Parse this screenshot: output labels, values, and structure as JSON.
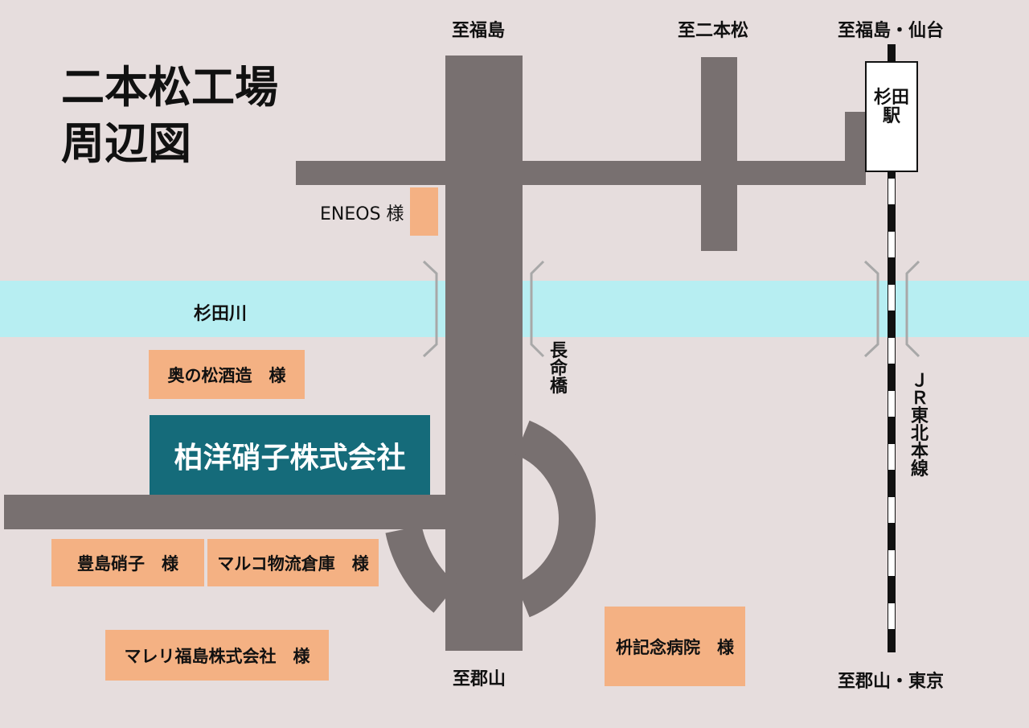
{
  "title": {
    "line1": "二本松工場",
    "line2": "周辺図"
  },
  "directions": {
    "top_main": "至福島",
    "top_mid": "至二本松",
    "top_rail": "至福島・仙台",
    "bottom_main": "至郡山",
    "bottom_rail": "至郡山・東京"
  },
  "station": {
    "name": "杉田駅"
  },
  "rail_line": {
    "name": "ＪＲ東北本線"
  },
  "river": {
    "name": "杉田川"
  },
  "bridge": {
    "name": "長命橋"
  },
  "company": {
    "name": "柏洋硝子株式会社"
  },
  "landmarks": {
    "eneos": "ENEOS 様",
    "okunomatsu": "奥の松酒造　様",
    "toyoshima": "豊島硝子　様",
    "maruko": "マルコ物流倉庫　様",
    "mareri": "マレリ福島株式会社　様",
    "masu": "枡記念病院　様"
  },
  "colors": {
    "background": "#e6dddd",
    "road": "#787070",
    "river": "#b7eef2",
    "landmark": "#f4b183",
    "company": "#156b7a",
    "bridge": "#a8a8a8"
  }
}
